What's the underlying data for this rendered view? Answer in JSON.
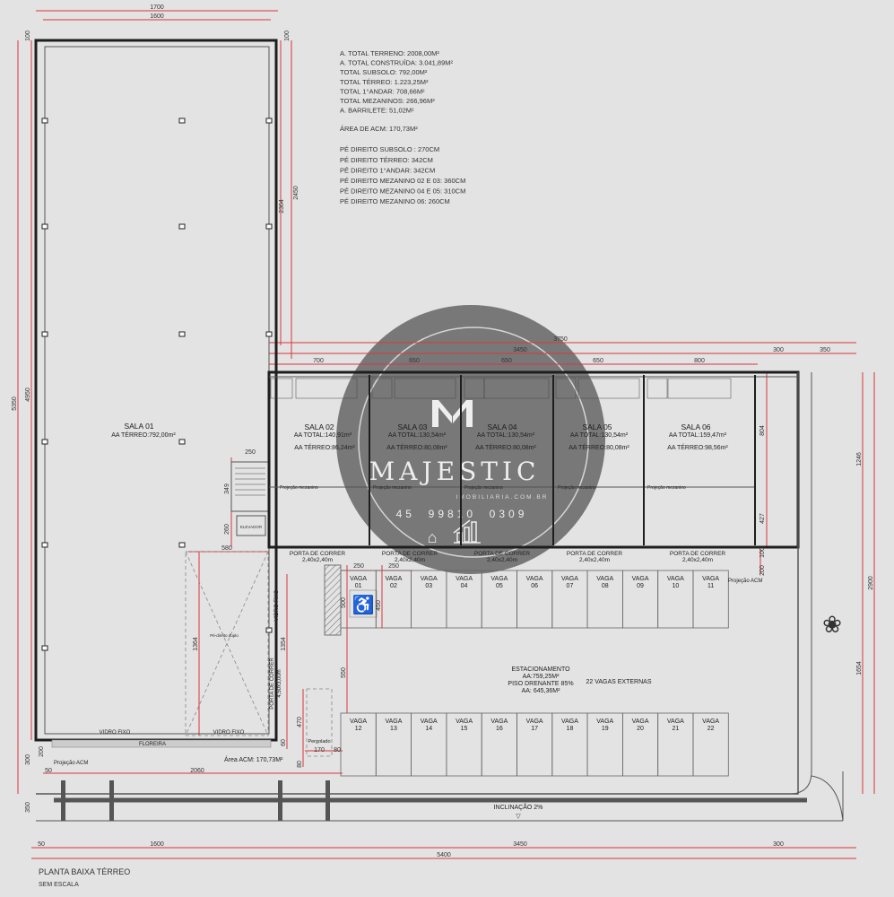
{
  "notes": {
    "areas": [
      "A. TOTAL TERRENO: 2008,00M²",
      "A. TOTAL CONSTRUÍDA: 3.041,89M²",
      "TOTAL SUBSOLO: 792,00M²",
      "TOTAL TÉRREO: 1.223,25M²",
      "TOTAL 1°ANDAR: 708,66M²",
      "TOTAL MEZANINOS: 266,96M²",
      "A. BARRILETE:  51,02M²"
    ],
    "acm": "ÁREA DE ACM: 170,73M²",
    "pe_direito": [
      "PÉ DIREITO SUBSOLO : 270CM",
      "PÉ DIREITO TÉRREO: 342CM",
      "PÉ DIREITO 1°ANDAR: 342CM",
      "PÉ DIREITO MEZANINO 02 E 03: 360CM",
      "PÉ DIREITO MEZANINO 04 E 05: 310CM",
      "PÉ DIREITO MEZANINO 06: 260CM"
    ]
  },
  "sala01": {
    "name": "SALA 01",
    "terreo": "AA TÉRREO:792,00m²"
  },
  "rooms": [
    {
      "name": "SALA 02",
      "total": "AA TOTAL:140,91m²",
      "terreo": "AA TÉRREO:86,24m²"
    },
    {
      "name": "SALA 03",
      "total": "AA TOTAL:130,54m²",
      "terreo": "AA TÉRREO:80,08m²"
    },
    {
      "name": "SALA 04",
      "total": "AA TOTAL:130,54m²",
      "terreo": "AA TÉRREO:80,08m²"
    },
    {
      "name": "SALA 05",
      "total": "AA TOTAL:130,54m²",
      "terreo": "AA TÉRREO:80,08m²"
    },
    {
      "name": "SALA 06",
      "total": "AA TOTAL:159,47m²",
      "terreo": "AA TÉRREO:98,56m²"
    }
  ],
  "labels": {
    "projecao_mezanino": "Projeção mezanino",
    "porta": "PORTA DE CORRER",
    "porta_size": "2,40x2,40m",
    "porta_lateral": "PORTA DE CORRER",
    "porta_lateral_size": "4,50x3,00m",
    "vidro_fixo": "VIDRO FIXO",
    "floreira": "FLOREIRA",
    "projecao_acm": "Projeção ACM",
    "area_acm": "Área ACM: 170,73M²",
    "pe_direito_duplo": "Pé-direito duplo",
    "pergolado": "Pergolado",
    "elevador": "ELEVADOR",
    "inclinacao": "INCLINAÇÃO 2%",
    "vaga": "VAGA"
  },
  "parking": {
    "title": "ESTACIONAMENTO",
    "aa": "AA:759,25M²",
    "piso": "PISO DRENANTE 85%",
    "aa2": "AA: 645,36M²",
    "externas": "22 VAGAS EXTERNAS",
    "top": [
      "01",
      "02",
      "03",
      "04",
      "05",
      "06",
      "07",
      "08",
      "09",
      "10",
      "11"
    ],
    "bottom": [
      "12",
      "13",
      "14",
      "15",
      "16",
      "17",
      "18",
      "19",
      "20",
      "21",
      "22"
    ]
  },
  "dims": {
    "top_total": "1700",
    "top_1600": "1600",
    "d100a": "100",
    "d100b": "100",
    "d100c": "100",
    "left_5350": "5350",
    "left_4950": "4950",
    "d2364": "2364",
    "d2450": "2450",
    "d3750": "3750",
    "d3450": "3450",
    "d300": "300",
    "d350": "350",
    "d700": "700",
    "d650a": "650",
    "d650b": "650",
    "d650c": "650",
    "d800": "800",
    "d804": "804",
    "d427": "427",
    "d1246": "1246",
    "d2900": "2900",
    "d1654": "1654",
    "d200": "200",
    "d250": "250",
    "d349": "349",
    "d260": "260",
    "d580": "580",
    "d1364": "1364",
    "d1354": "1354",
    "p250a": "250",
    "p250b": "250",
    "d500": "500",
    "d450": "450",
    "d550": "550",
    "d470": "470",
    "d170": "170",
    "d80a": "80",
    "d80b": "80",
    "d60": "60",
    "d2060": "2060",
    "d50": "50",
    "l300": "300",
    "l350": "350",
    "l200": "200",
    "b50": "50",
    "b1600": "1600",
    "b3450": "3450",
    "b300": "300",
    "b5400": "5400"
  },
  "footer": {
    "title": "PLANTA BAIXA TÉRREO",
    "scale": "SEM ESCALA"
  },
  "watermark": {
    "brand": "MAJESTIC",
    "site": "IMOBILIARIA.COM.BR",
    "phone": "45  99810  0309"
  },
  "colors": {
    "background": "#e3e3e3",
    "dimension": "#d9363e",
    "wall": "#1e1e1e",
    "watermark": "#6b6b6b"
  }
}
